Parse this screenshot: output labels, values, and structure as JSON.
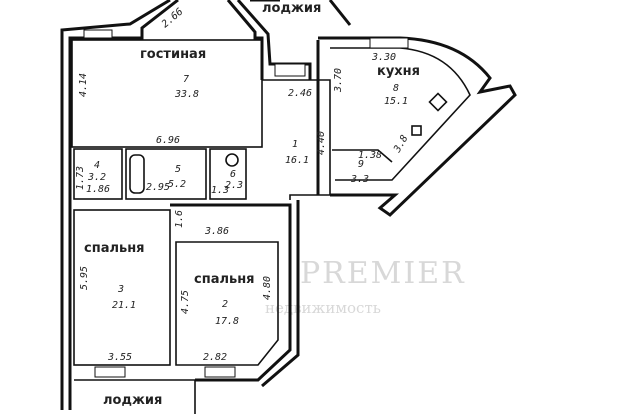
{
  "watermark": {
    "brand": "PREMIER",
    "subtitle": "недвижимость"
  },
  "rooms": {
    "living": {
      "label": "гостиная",
      "number": "7",
      "area": "33.8"
    },
    "kitchen": {
      "label": "кухня",
      "number": "8",
      "area": "15.1"
    },
    "hall": {
      "number": "1",
      "area": "16.1"
    },
    "room4": {
      "number": "4",
      "area": "3.2"
    },
    "bath": {
      "number": "5",
      "area": "5.2"
    },
    "wc": {
      "number": "6",
      "area": "2.3"
    },
    "room9": {
      "number": "9",
      "area": "3.3"
    },
    "bedroom3": {
      "label": "спальня",
      "number": "3",
      "area": "21.1"
    },
    "bedroom2": {
      "label": "спальня",
      "number": "2",
      "area": "17.8"
    },
    "loggia_top": {
      "label": "лоджия"
    },
    "loggia_bottom": {
      "label": "лоджия"
    }
  },
  "dimensions": {
    "d266": "2.66",
    "d414": "4.14",
    "d696": "6.96",
    "d246": "2.46",
    "d330": "3.30",
    "d370": "3.70",
    "d440": "4.40",
    "d138": "1.38",
    "d38": "3.8",
    "d173": "1.73",
    "d186": "1.86",
    "d295": "2.95",
    "d13": "1.3",
    "d16": "1.6",
    "d386": "3.86",
    "d595": "5.95",
    "d355": "3.55",
    "d475": "4.75",
    "d480": "4.80",
    "d282": "2.82"
  }
}
